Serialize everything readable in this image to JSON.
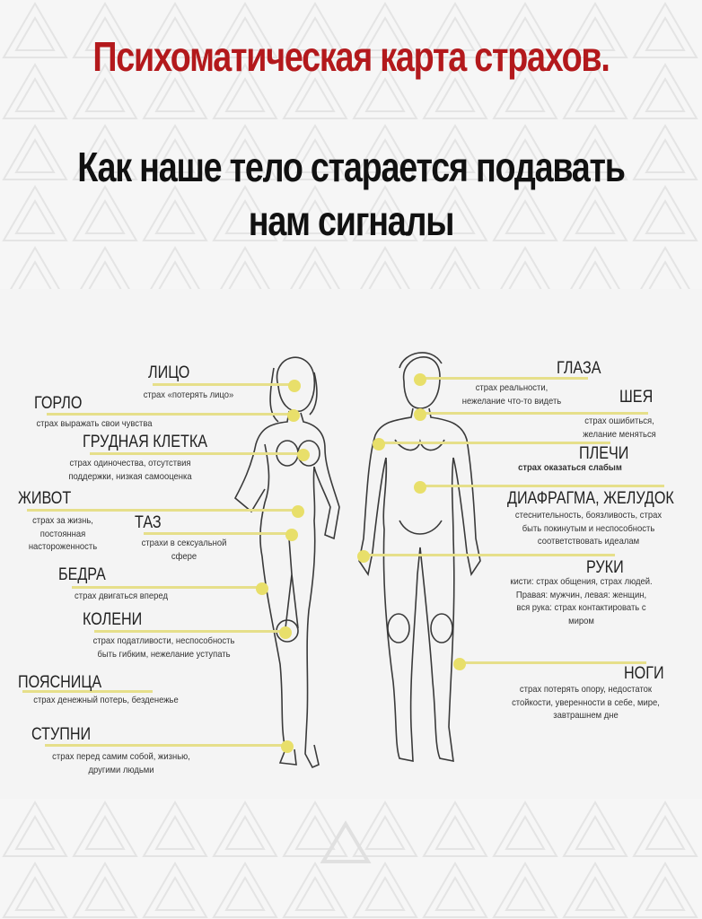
{
  "title": "Психоматическая карта страхов.",
  "subtitle_lines": [
    "Как наше тело старается подавать",
    "нам сигналы"
  ],
  "colors": {
    "title": "#b3191c",
    "marker": "#e8df6a",
    "line": "#e6df8a"
  },
  "left": [
    {
      "label": "ЛИЦО",
      "desc": [
        "страх «потерять лицо»"
      ]
    },
    {
      "label": "ГОРЛО",
      "desc": [
        "страх выражать свои чувства"
      ]
    },
    {
      "label": "ГРУДНАЯ КЛЕТКА",
      "desc": [
        "страх одиночества, отсутствия",
        "поддержки, низкая самооценка"
      ]
    },
    {
      "label": "ЖИВОТ",
      "desc": [
        "страх за жизнь,",
        "постоянная",
        "настороженность"
      ]
    },
    {
      "label": "ТАЗ",
      "desc": [
        "страхи в сексуальной",
        "сфере"
      ]
    },
    {
      "label": "БЕДРА",
      "desc": [
        "страх двигаться вперед"
      ]
    },
    {
      "label": "КОЛЕНИ",
      "desc": [
        "страх податливости, неспособность",
        "быть гибким, нежелание уступать"
      ]
    },
    {
      "label": "ПОЯСНИЦА",
      "desc": [
        "страх денежный потерь, безденежье"
      ]
    },
    {
      "label": "СТУПНИ",
      "desc": [
        "страх перед самим собой, жизнью,",
        "другими людьми"
      ]
    }
  ],
  "right": [
    {
      "label": "ГЛАЗА",
      "desc": [
        "страх реальности,",
        "нежелание что-то видеть"
      ]
    },
    {
      "label": "ШЕЯ",
      "desc": [
        "страх ошибиться,",
        "желание меняться"
      ]
    },
    {
      "label": "ПЛЕЧИ",
      "desc": [
        "страх оказаться слабым"
      ]
    },
    {
      "label": "ДИАФРАГМА, ЖЕЛУДОК",
      "desc": [
        "стеснительность, боязливость, страх",
        "быть покинутым и неспособность",
        "соответствовать идеалам"
      ]
    },
    {
      "label": "РУКИ",
      "desc": [
        "кисти: страх общения, страх людей.",
        "Правая: мужчин, левая: женщин,",
        "вся рука: страх контактировать с",
        "миром"
      ]
    },
    {
      "label": "НОГИ",
      "desc": [
        "страх потерять опору, недостаток",
        "стойкости, уверенности в себе, мире,",
        "завтрашнем дне"
      ]
    }
  ]
}
